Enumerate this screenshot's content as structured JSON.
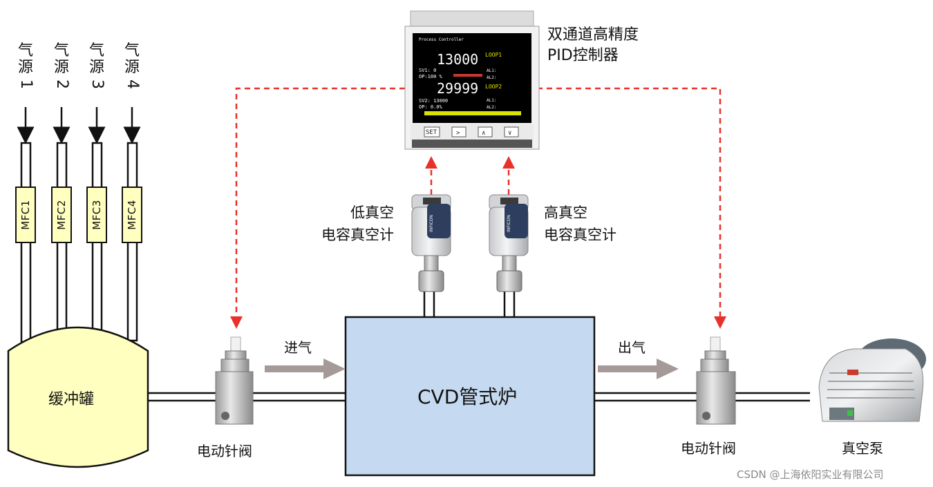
{
  "gas_sources": [
    {
      "chars": [
        "气",
        "源",
        "1"
      ]
    },
    {
      "chars": [
        "气",
        "源",
        "2"
      ]
    },
    {
      "chars": [
        "气",
        "源",
        "3"
      ]
    },
    {
      "chars": [
        "气",
        "源",
        "4"
      ]
    }
  ],
  "mfcs": [
    "MFC1",
    "MFC2",
    "MFC3",
    "MFC4"
  ],
  "buffer_tank": "缓冲罐",
  "valve_in_label": "电动针阀",
  "valve_out_label": "电动针阀",
  "inlet_label": "进气",
  "outlet_label": "出气",
  "furnace_label": "CVD管式炉",
  "pump_label": "真空泵",
  "controller": {
    "line1": "双通道高精度",
    "line2": "PID控制器",
    "screen": {
      "header": "Process Controller",
      "value1": "13000",
      "loop1": "LOOP1",
      "sv1": "SV1: 0",
      "op1": "OP:100 %",
      "al1": "AL1:",
      "al2": "AL2:",
      "value2": "29999",
      "loop2": "LOOP2",
      "sv2": "SV2: 13000",
      "op2": "OP: 0.0%",
      "al1b": "AL1:",
      "al2b": "AL2:",
      "buttons": [
        "SET",
        ">",
        "∧",
        "∨"
      ]
    }
  },
  "gauge_low": {
    "line1": "低真空",
    "line2": "电容真空计",
    "brand": "INFICON"
  },
  "gauge_high": {
    "line1": "高真空",
    "line2": "电容真空计",
    "brand": "INFICON"
  },
  "watermark": "CSDN @上海依阳实业有限公司",
  "colors": {
    "furnace_fill": "#c5daf0",
    "mfc_fill": "#ffffc0",
    "signal_line": "#e8312a",
    "flow_arrow": "#a59a98"
  }
}
